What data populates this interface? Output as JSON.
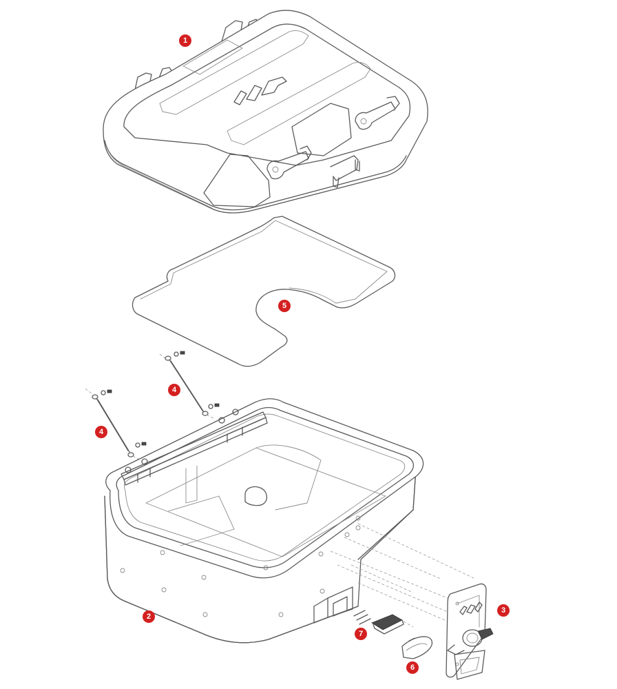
{
  "callouts": [
    {
      "id": "1",
      "label": "1"
    },
    {
      "id": "2",
      "label": "2"
    },
    {
      "id": "3",
      "label": "3"
    },
    {
      "id": "4a",
      "label": "4"
    },
    {
      "id": "4b",
      "label": "4"
    },
    {
      "id": "5",
      "label": "5"
    },
    {
      "id": "6",
      "label": "6"
    },
    {
      "id": "7",
      "label": "7"
    }
  ],
  "colors": {
    "callout": "#d42020",
    "line": "#5a5a5a"
  },
  "parts": [
    "lid",
    "case-body",
    "lock-plate",
    "retaining-cable",
    "inner-mat",
    "lock-cover",
    "lock-insert"
  ]
}
